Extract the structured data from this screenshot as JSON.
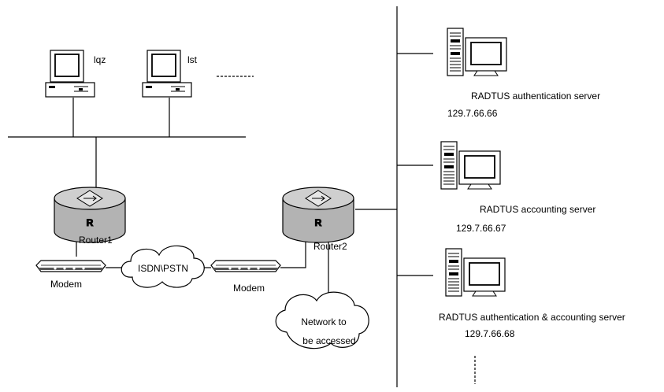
{
  "clients": [
    {
      "label": "lqz"
    },
    {
      "label": "lst"
    }
  ],
  "routers": [
    {
      "label": "Router1",
      "glyph": "R"
    },
    {
      "label": "Router2",
      "glyph": "R"
    }
  ],
  "modems": [
    {
      "label": "Modem"
    },
    {
      "label": "Modem"
    }
  ],
  "clouds": {
    "isdn": {
      "line1": "ISDN\\PSTN"
    },
    "network": {
      "line1": "Network to",
      "line2": "be accessed"
    }
  },
  "servers": [
    {
      "name": "RADTUS authentication server",
      "ip": "129.7.66.66"
    },
    {
      "name": "RADTUS accounting server",
      "ip": "129.7.66.67"
    },
    {
      "name": "RADTUS authentication & accounting server",
      "ip": "129.7.66.68"
    }
  ],
  "colors": {
    "router_body": "#b3b3b3",
    "router_top": "#cfcfcf",
    "line": "#000000"
  }
}
